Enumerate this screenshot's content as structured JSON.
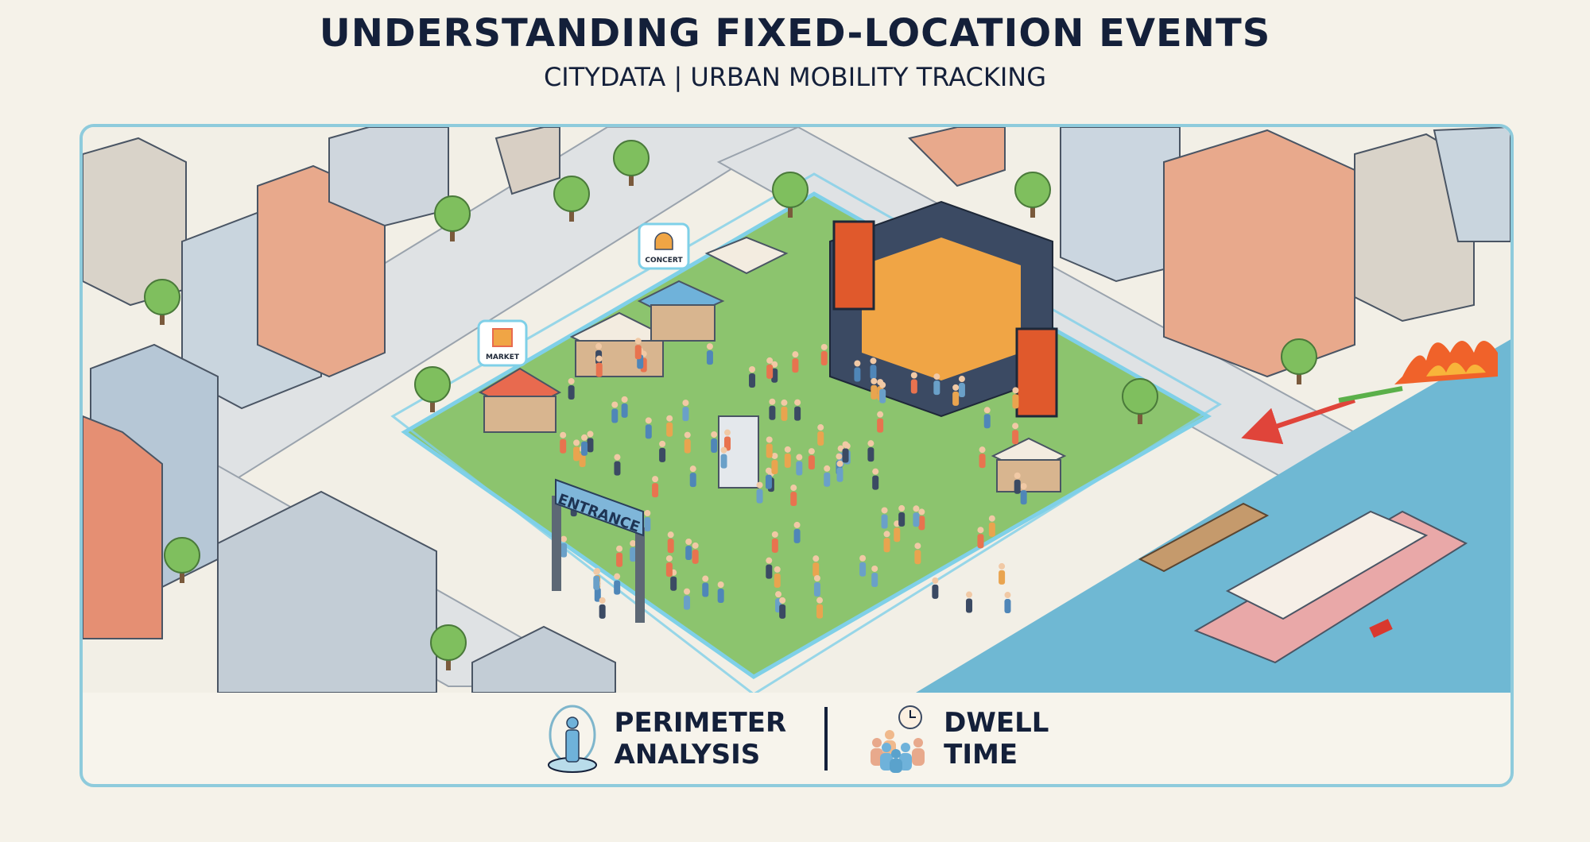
{
  "header": {
    "title": "UNDERSTANDING FIXED-LOCATION EVENTS",
    "subtitle": "CITYDATA | URBAN MOBILITY TRACKING"
  },
  "scene": {
    "labels": {
      "concert": "CONCERT",
      "market": "MARKET",
      "entrance": "ENTRANCE"
    },
    "colors": {
      "park": "#8cc46e",
      "perimeter": "#7fd0e8",
      "water": "#6fb8d3",
      "road": "#dfe2e4",
      "fire": "#f0622a"
    }
  },
  "legend": {
    "items": [
      {
        "icon": "person-perimeter-icon",
        "line1": "PERIMETER",
        "line2": "ANALYSIS"
      },
      {
        "icon": "crowd-clock-icon",
        "line1": "DWELL",
        "line2": "TIME"
      }
    ]
  }
}
